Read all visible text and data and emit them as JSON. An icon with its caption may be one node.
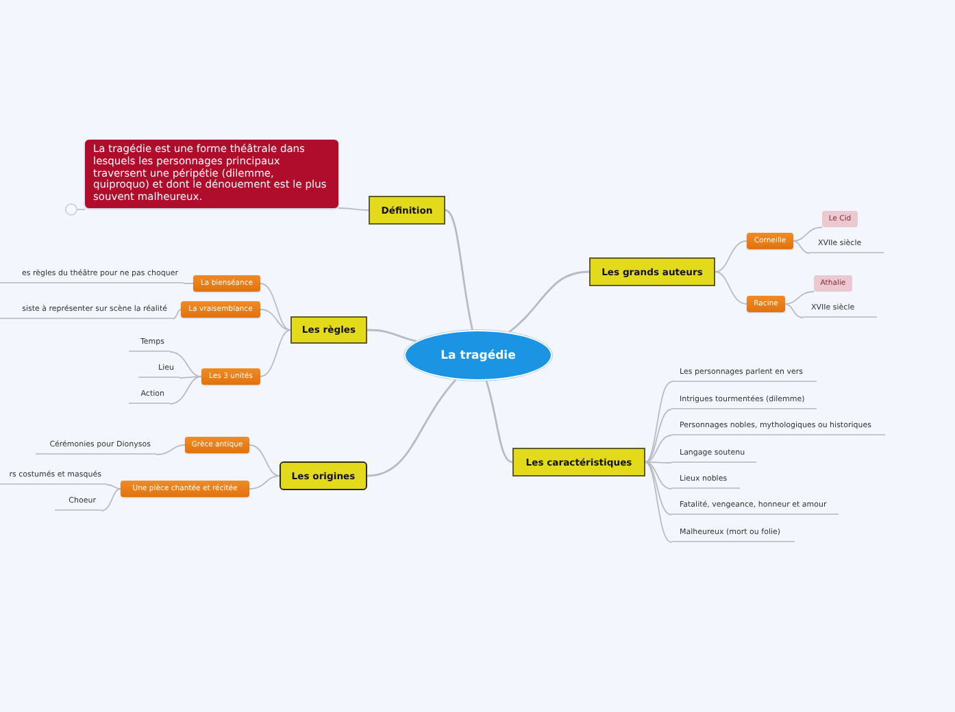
{
  "diagram": {
    "nodes": [
      {
        "text": [
          "La tragédie"
        ]
      },
      {
        "text": [
          "Définition"
        ]
      },
      {
        "text": [
          "La tragédie est une forme théâtrale dans lesquels les personnages principaux traversent une péripétie (dilemme, quiproquo) et dont le dénouement est le plus souvent malheureux."
        ]
      },
      {
        "text": [
          "Les grands auteurs"
        ]
      },
      {
        "text": [
          "Corneille"
        ]
      },
      {
        "text": [
          "Le Cid"
        ]
      },
      {
        "text": [
          "XVIIe siècle"
        ]
      },
      {
        "text": [
          "Racine"
        ]
      },
      {
        "text": [
          "Athalie"
        ]
      },
      {
        "text": [
          "XVIIe siècle"
        ]
      },
      {
        "text": [
          "Les règles"
        ]
      },
      {
        "text": [
          "La bienséance"
        ]
      },
      {
        "text": [
          "es règles du théâtre pour ne pas choquer"
        ]
      },
      {
        "text": [
          "La vraisemblance"
        ]
      },
      {
        "text": [
          "siste à représenter sur scène la réalité"
        ]
      },
      {
        "text": [
          "Les 3 unités"
        ]
      },
      {
        "text": [
          "Temps"
        ]
      },
      {
        "text": [
          "Lieu"
        ]
      },
      {
        "text": [
          "Action"
        ]
      },
      {
        "text": [
          "Les origines"
        ]
      },
      {
        "text": [
          "Grèce antique"
        ]
      },
      {
        "text": [
          "Cérémonies pour Dionysos"
        ]
      },
      {
        "text": [
          "Une pièce chantée et récitée"
        ]
      },
      {
        "text": [
          "rs costumés et masqués"
        ]
      },
      {
        "text": [
          "Choeur"
        ]
      },
      {
        "text": [
          "Les caractéristiques"
        ]
      },
      {
        "text": [
          "Les personnages parlent en vers"
        ]
      },
      {
        "text": [
          "Intrigues tourmentées (dilemme)"
        ]
      },
      {
        "text": [
          "Personnages nobles, mythologiques ou historiques"
        ]
      },
      {
        "text": [
          "Langage soutenu"
        ]
      },
      {
        "text": [
          "Lieux nobles"
        ]
      },
      {
        "text": [
          "Fatalité, vengeance, honneur et amour"
        ]
      },
      {
        "text": [
          "Malheureux (mort ou folie)"
        ]
      }
    ],
    "edges": [
      {
        "from": 0,
        "to": 1,
        "arrow": "none"
      },
      {
        "from": 1,
        "to": 2,
        "arrow": "none"
      },
      {
        "from": 0,
        "to": 3,
        "arrow": "none"
      },
      {
        "from": 3,
        "to": 4,
        "arrow": "none"
      },
      {
        "from": 4,
        "to": 5,
        "arrow": "none"
      },
      {
        "from": 4,
        "to": 6,
        "arrow": "none"
      },
      {
        "from": 3,
        "to": 7,
        "arrow": "none"
      },
      {
        "from": 7,
        "to": 8,
        "arrow": "none"
      },
      {
        "from": 7,
        "to": 9,
        "arrow": "none"
      },
      {
        "from": 0,
        "to": 10,
        "arrow": "none"
      },
      {
        "from": 10,
        "to": 11,
        "arrow": "none"
      },
      {
        "from": 11,
        "to": 12,
        "arrow": "none"
      },
      {
        "from": 10,
        "to": 13,
        "arrow": "none"
      },
      {
        "from": 13,
        "to": 14,
        "arrow": "none"
      },
      {
        "from": 10,
        "to": 15,
        "arrow": "none"
      },
      {
        "from": 15,
        "to": 16,
        "arrow": "none"
      },
      {
        "from": 15,
        "to": 17,
        "arrow": "none"
      },
      {
        "from": 15,
        "to": 18,
        "arrow": "none"
      },
      {
        "from": 0,
        "to": 19,
        "arrow": "none"
      },
      {
        "from": 19,
        "to": 20,
        "arrow": "none"
      },
      {
        "from": 20,
        "to": 21,
        "arrow": "none"
      },
      {
        "from": 19,
        "to": 22,
        "arrow": "none"
      },
      {
        "from": 22,
        "to": 23,
        "arrow": "none"
      },
      {
        "from": 22,
        "to": 24,
        "arrow": "none"
      },
      {
        "from": 0,
        "to": 25,
        "arrow": "none"
      },
      {
        "from": 25,
        "to": 26,
        "arrow": "none"
      },
      {
        "from": 25,
        "to": 27,
        "arrow": "none"
      },
      {
        "from": 25,
        "to": 28,
        "arrow": "none"
      },
      {
        "from": 25,
        "to": 29,
        "arrow": "none"
      },
      {
        "from": 25,
        "to": 30,
        "arrow": "none"
      },
      {
        "from": 25,
        "to": 31,
        "arrow": "none"
      },
      {
        "from": 25,
        "to": 32,
        "arrow": "none"
      }
    ]
  }
}
